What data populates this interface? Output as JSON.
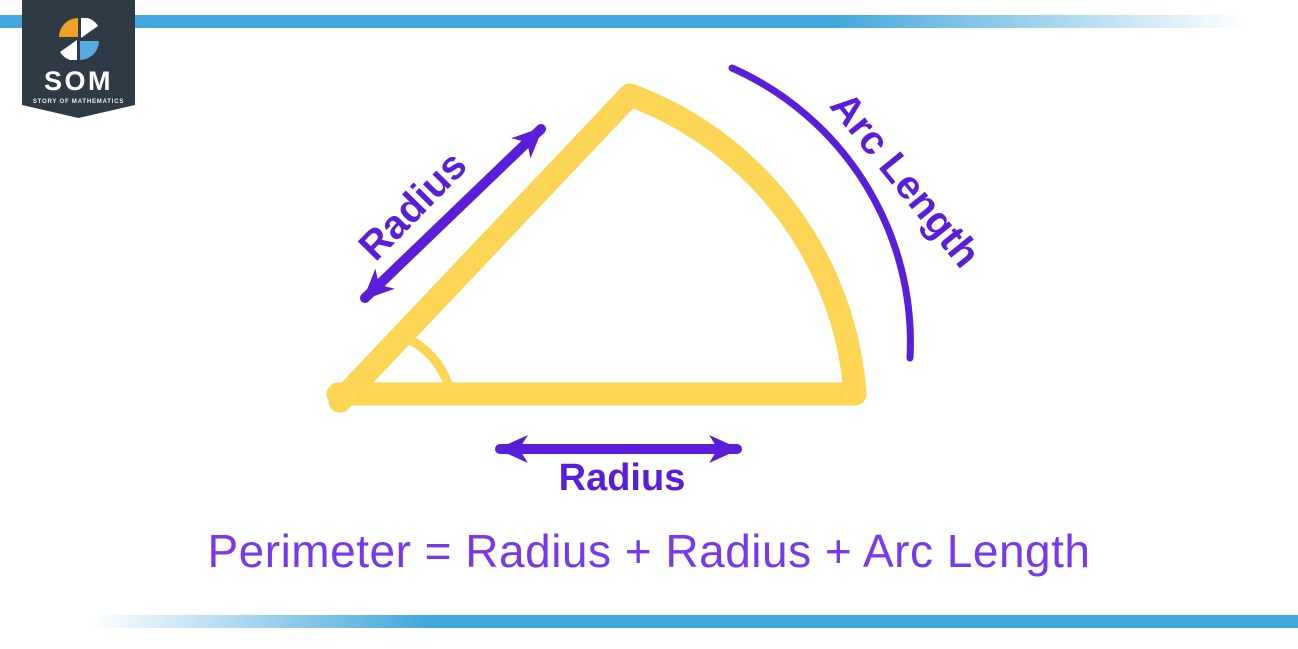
{
  "branding": {
    "abbr": "SOM",
    "tagline": "STORY OF MATHEMATICS",
    "colors": {
      "banner_navy": "#2e3b46",
      "mark_orange": "#f2a024",
      "mark_blue": "#55abdf",
      "mark_white": "#ffffff"
    }
  },
  "decor": {
    "stripe_blue": "#42a7dc"
  },
  "diagram": {
    "sector_yellow": "#fbd553",
    "annotation_purple": "#5a1edb",
    "labels": {
      "slant_radius": "Radius",
      "bottom_radius": "Radius",
      "arc": "Arc Length"
    }
  },
  "formula": {
    "text": "Perimeter = Radius + Radius + Arc Length",
    "color": "#7839ee"
  }
}
